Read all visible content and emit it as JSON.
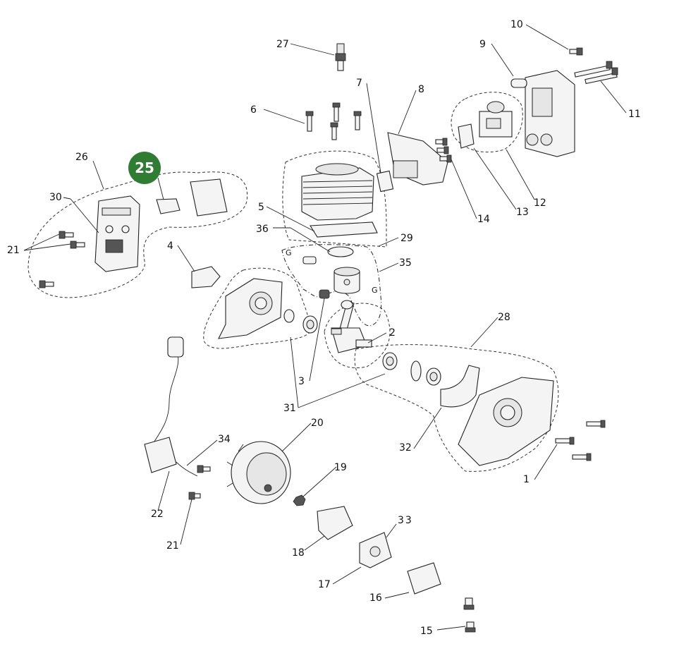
{
  "highlight": {
    "number": "25",
    "color": "#2e7d32"
  },
  "part_labels": [
    "1",
    "2",
    "3",
    "4",
    "5",
    "6",
    "7",
    "8",
    "9",
    "10",
    "11",
    "12",
    "13",
    "14",
    "15",
    "16",
    "17",
    "18",
    "19",
    "20",
    "21",
    "21",
    "22",
    "26",
    "27",
    "28",
    "29",
    "30",
    "31",
    "32",
    "33",
    "34",
    "35",
    "36"
  ]
}
